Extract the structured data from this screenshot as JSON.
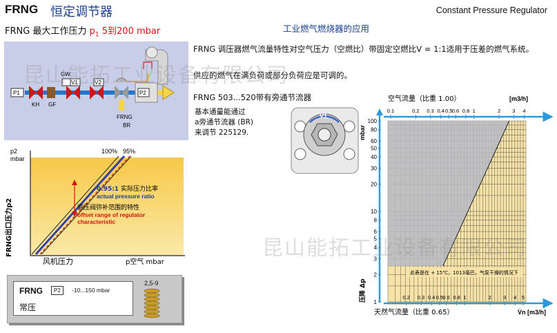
{
  "header": {
    "model": "FRNG",
    "title_cn": "恒定调节器",
    "title_en": "Constant Pressure Regulator",
    "sub_model": "FRNG",
    "sub_label": "最大工作压力",
    "p1": "p",
    "p1_sub": "1",
    "p1_range": "5到200 mbar"
  },
  "schematic": {
    "labels": {
      "p1": "P1",
      "kh": "KH",
      "gf": "GF",
      "gw": "GW",
      "v1": "V1",
      "v2": "V2",
      "frng": "FRNG",
      "p2": "P2",
      "br": "BR"
    }
  },
  "app": {
    "heading": "工业燃气燃烧器的应用",
    "para1": "FRNG 调压器燃气流量特性对空气压力（空燃比）带固定空燃比V = 1:1适用于压差的燃气系统。",
    "para2": "供应的燃气在满负荷或部分负荷应是可调的。",
    "bypass_title": "FRNG 503...520带有旁通节流器",
    "bypass_l1": "基本通量能通过",
    "bypass_l2": "a旁通节流器 (BR)",
    "bypass_l3": "来调节 225129."
  },
  "valve_icon": {
    "v1": "V1"
  },
  "pchart": {
    "y_unit1": "p2",
    "y_unit2": "mbar",
    "y_label": "FRNG出口压力p2",
    "x_label": "风机压力",
    "x_unit": "p空气 mbar",
    "top_100": "100%",
    "top_95": "95%",
    "ratio_num": "0.95:1",
    "ratio_cn": "实际压力比率",
    "ratio_en": "actual pressure ratio",
    "offset_cn": "调压阀弥补范围的特性",
    "offset_en1": "offset range of regulator",
    "offset_en2": "characteristic"
  },
  "nameplate": {
    "model": "FRNG",
    "p2": "P2",
    "range": "-10...150 mbar",
    "type": "常压",
    "spring": "2,5-9"
  },
  "chart_data": {
    "type": "area",
    "title": "",
    "air_axis_label": "空气流量（比重 1.00）",
    "air_axis_unit": "[m3/h]",
    "air_ticks": [
      "0.1",
      "0.2",
      "0.3",
      "0.4",
      "0.5",
      "0.6",
      "0.8",
      "1",
      "2",
      "3",
      "4"
    ],
    "gas_axis_label": "天然气流量（比重 0.65）",
    "gas_axis_unit": "V̇n [m3/h]",
    "gas_ticks": [
      "0.2",
      "0.3",
      "0.4",
      "0.5",
      "0.6",
      "0.8",
      "1",
      "2",
      "3",
      "4",
      "5"
    ],
    "ylabel": "压降 Δp",
    "y_unit": "mbar",
    "y_ticks": [
      "100",
      "80",
      "60",
      "50",
      "40",
      "30",
      "20",
      "10",
      "8",
      "6",
      "5",
      "4",
      "3",
      "2",
      "1"
    ],
    "ylim": [
      1,
      100
    ],
    "note": "此表是在 + 15℃，1013毫巴，气泵干燥的情况下",
    "series": [
      {
        "x": [
          3.4,
          0.55
        ],
        "y": [
          100,
          2.5
        ]
      }
    ]
  },
  "watermark": "昆山能拓工业设备有限公司",
  "colors": {
    "blue": "#1a3f8f",
    "red": "#d0161b",
    "yellow": "#f5cc45",
    "sky": "#2c9ad8",
    "panel": "#c8cde8"
  }
}
